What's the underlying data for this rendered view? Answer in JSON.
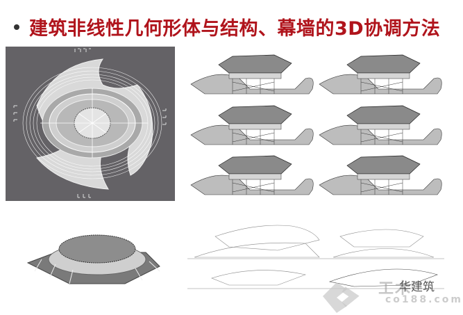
{
  "slide": {
    "title": "建筑非线性几何形体与结构、幕墙的3D协调方法",
    "title_color": "#b0141c",
    "bullet": "•"
  },
  "images": {
    "plan": {
      "label": "roof-plan-drawing",
      "background": "#646266"
    },
    "renders": {
      "label": "structural-3d-renders",
      "count": 6
    },
    "isometric": {
      "label": "isometric-structure-model"
    },
    "elevations": {
      "label": "elevation-line-drawings",
      "count": 4
    }
  },
  "watermark": {
    "main": "工木",
    "overlay": "华建筑",
    "sub": "co188.com"
  }
}
